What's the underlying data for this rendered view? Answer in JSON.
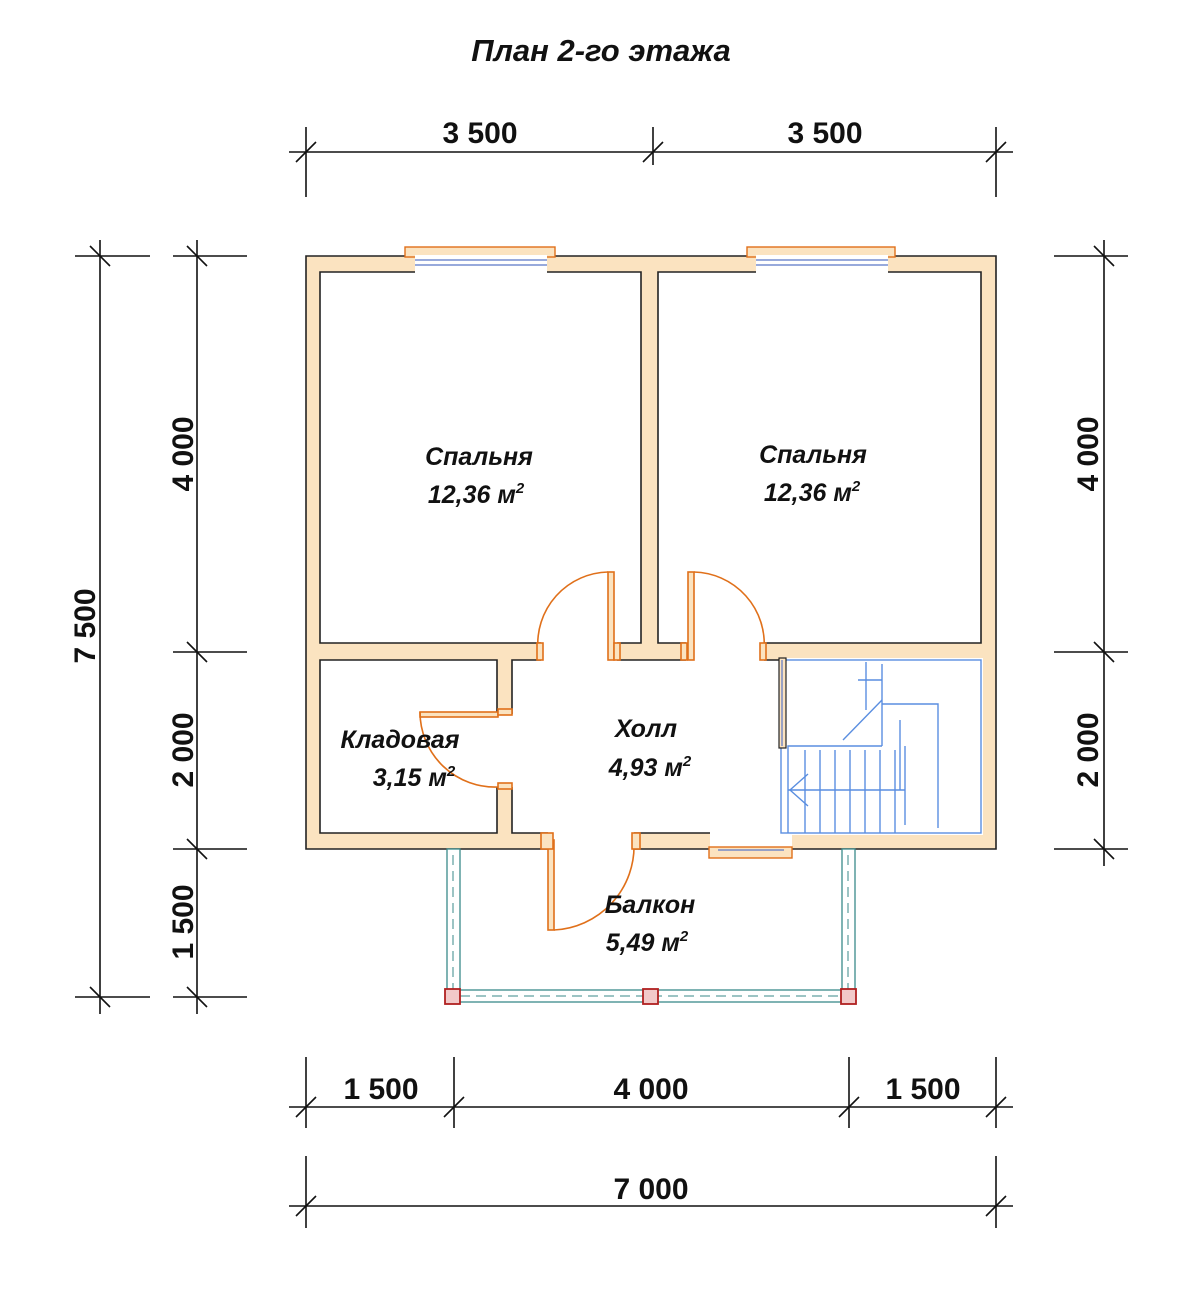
{
  "title": "План 2-го этажа",
  "dimensions": {
    "top_left": "3 500",
    "top_right": "3 500",
    "left_total": "7 500",
    "left_upper": "4 000",
    "left_middle": "2 000",
    "left_lower": "1 500",
    "right_upper": "4 000",
    "right_middle": "2 000",
    "bottom_left": "1 500",
    "bottom_middle": "4 000",
    "bottom_right": "1 500",
    "bottom_total": "7 000"
  },
  "rooms": [
    {
      "name": "Спальня",
      "area": "12,36 м",
      "sup": "2"
    },
    {
      "name": "Спальня",
      "area": "12,36 м",
      "sup": "2"
    },
    {
      "name": "Кладовая",
      "area": "3,15 м",
      "sup": "2"
    },
    {
      "name": "Холл",
      "area": "4,93 м",
      "sup": "2"
    },
    {
      "name": "Балкон",
      "area": "5,49 м",
      "sup": "2"
    }
  ],
  "colors": {
    "wall_fill": "#fbe3c0",
    "door_stroke": "#e0701a",
    "stair_stroke": "#5a8ee0",
    "balcony_post": "#b02020"
  }
}
